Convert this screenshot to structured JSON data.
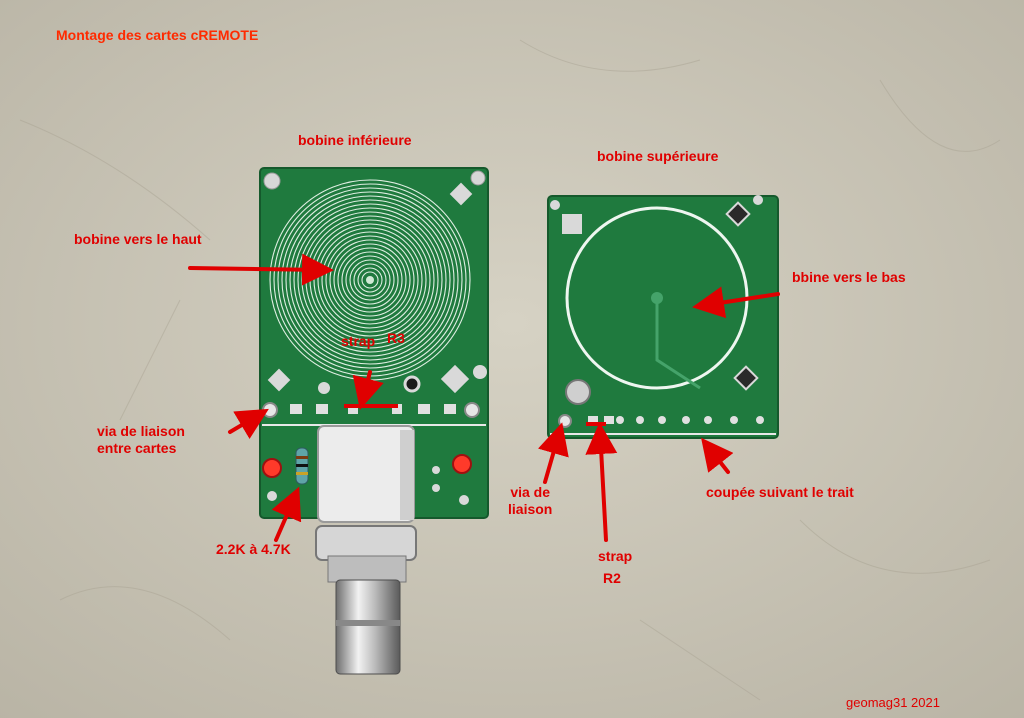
{
  "photo": {
    "title": "Montage des cartes cREMOTE",
    "signature": "geomag31 2021",
    "colors": {
      "background": "#cfcbbd",
      "pcb": "#1f7a3e",
      "trace": "#dfeee2",
      "annotation": "#e00000",
      "red_heading": "#ff2a00"
    }
  },
  "annotations": {
    "lower_coil": "bobine inférieure",
    "upper_coil": "bobine supérieure",
    "coil_up": "bobine vers le haut",
    "coil_down": "bbine vers le bas",
    "strap_r3_label": "strap",
    "strap_r3_ref": "R3",
    "via_link_lower_1": "via de liaison",
    "via_link_lower_2": "entre cartes",
    "via_link_upper_1": "via de",
    "via_link_upper_2": "liaison",
    "strap_r2_label": "strap",
    "strap_r2_ref": "R2",
    "cut_along_line": "coupée suivant le trait",
    "resistor_value": "2.2K à 4.7K"
  }
}
